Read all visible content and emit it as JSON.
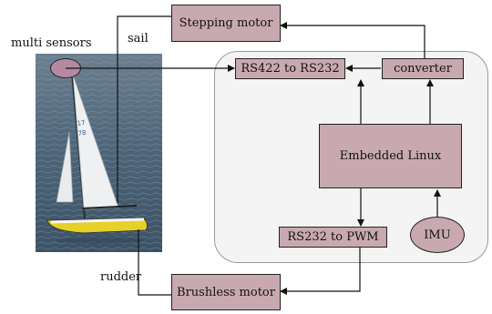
{
  "nodes": {
    "stepping_motor": "Stepping motor",
    "rs422_rs232": "RS422 to RS232",
    "converter": "converter",
    "embedded_linux": "Embedded Linux",
    "rs232_pwm": "RS232 to PWM",
    "imu": "IMU",
    "brushless_motor": "Brushless motor"
  },
  "labels": {
    "multi_sensors": "multi sensors",
    "sail": "sail",
    "rudder": "rudder"
  },
  "colors": {
    "box_fill": "#c9a9b0",
    "panel_fill": "#f4f4f4",
    "panel_stroke": "#999999",
    "line": "#111111"
  }
}
